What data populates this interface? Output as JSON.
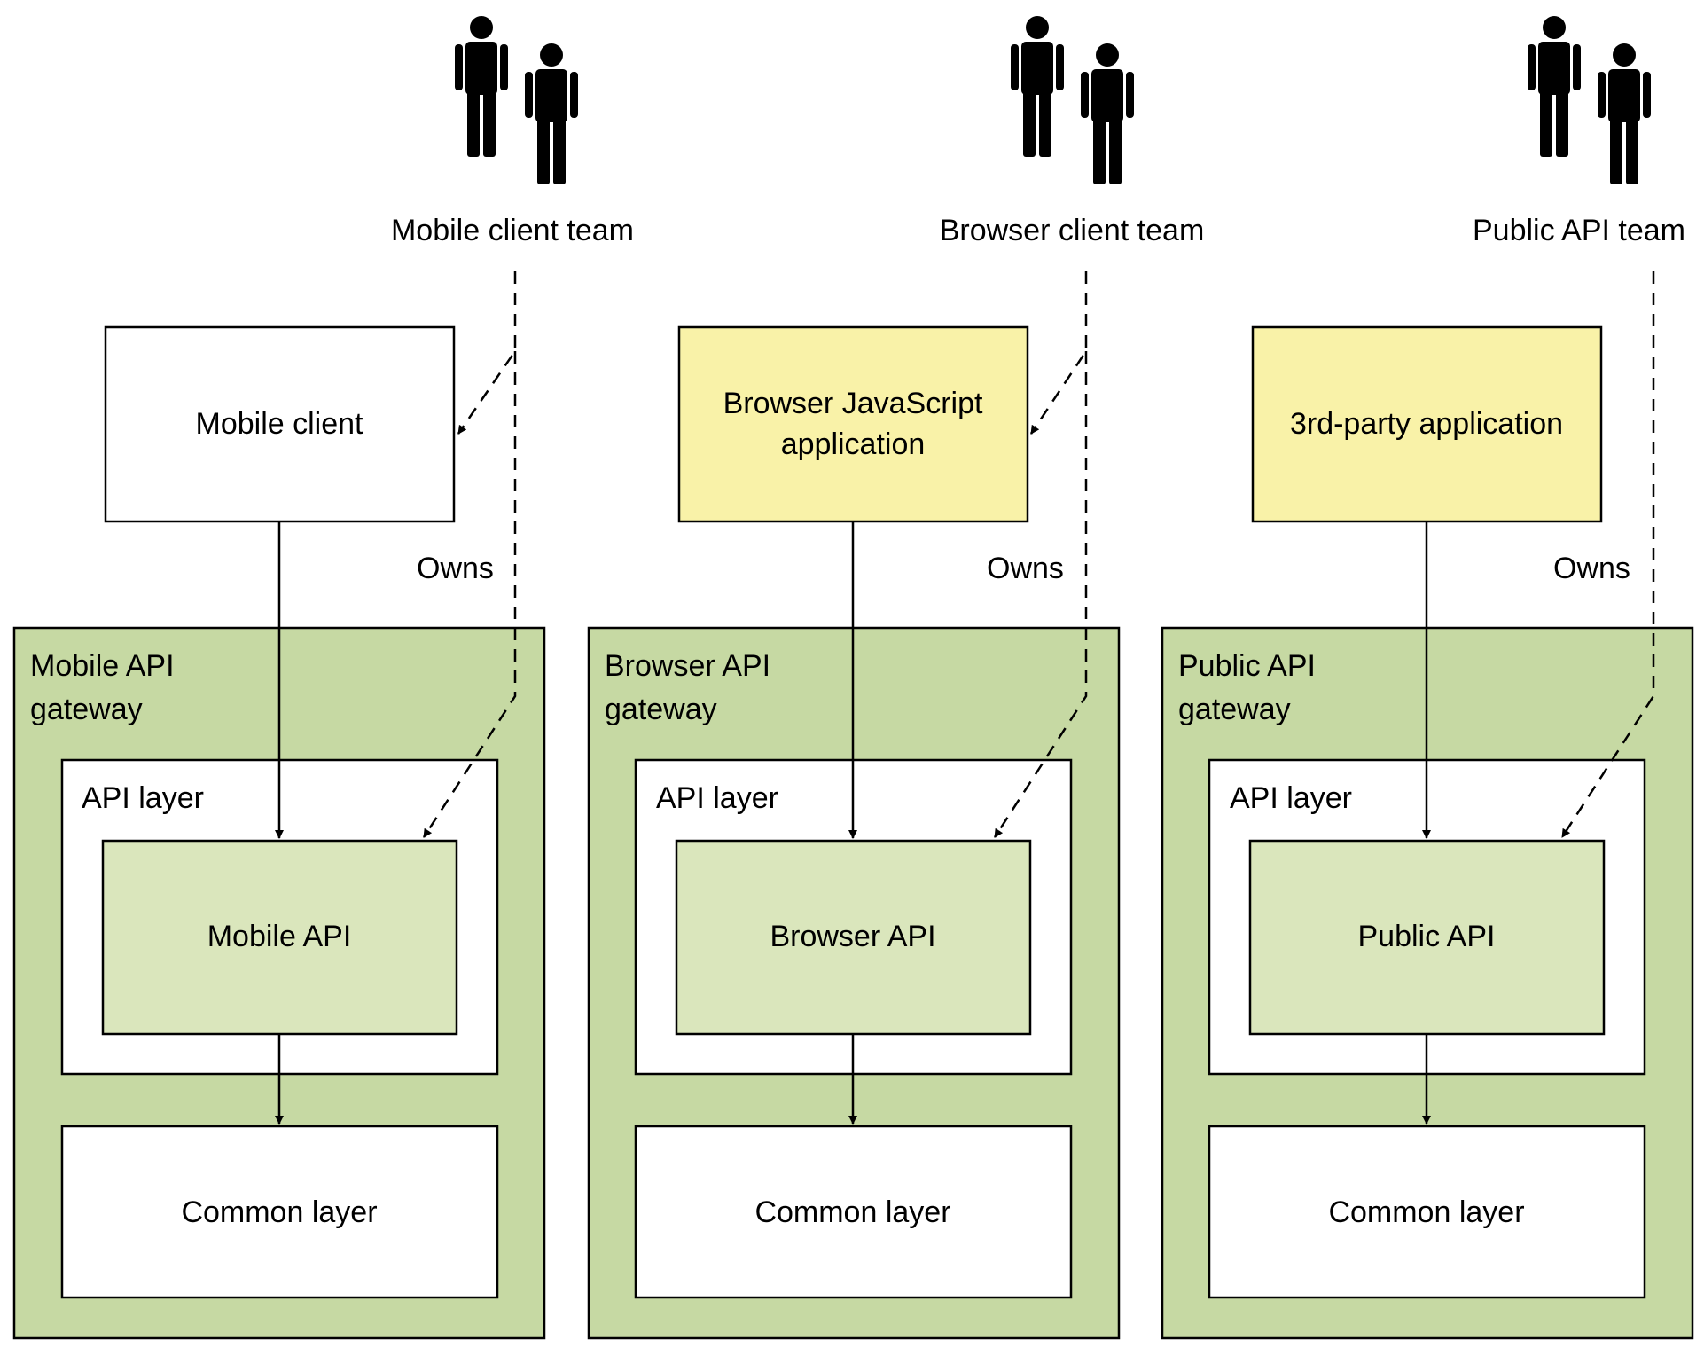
{
  "columns": [
    {
      "team": "Mobile client team",
      "client": [
        "Mobile client"
      ],
      "owns": "Owns",
      "gateway": [
        "Mobile API",
        "gateway"
      ],
      "api_layer": "API layer",
      "api": "Mobile API",
      "common": "Common layer"
    },
    {
      "team": "Browser client team",
      "client": [
        "Browser JavaScript",
        "application"
      ],
      "owns": "Owns",
      "gateway": [
        "Browser API",
        "gateway"
      ],
      "api_layer": "API layer",
      "api": "Browser API",
      "common": "Common layer"
    },
    {
      "team": "Public API team",
      "client": [
        "3rd-party application"
      ],
      "owns": "Owns",
      "gateway": [
        "Public API",
        "gateway"
      ],
      "api_layer": "API layer",
      "api": "Public API",
      "common": "Common layer"
    }
  ],
  "colors": {
    "client_plain": "#ffffff",
    "client_highlight": "#f9f2a8",
    "gateway_fill": "#c6d9a3",
    "api_fill": "#dae6bc"
  },
  "icons": [
    "person-icon"
  ]
}
